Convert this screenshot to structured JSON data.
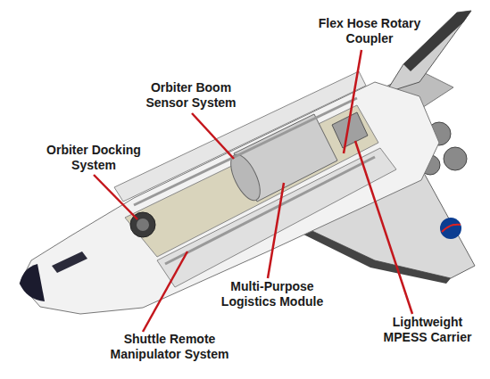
{
  "diagram": {
    "labels": [
      "Flex Hose Rotary Coupler",
      "Orbiter Boom Sensor System",
      "Orbiter Docking System",
      "Multi-Purpose Logistics Module",
      "Lightweight MPESS Carrier",
      "Shuttle Remote Manipulator System"
    ]
  }
}
